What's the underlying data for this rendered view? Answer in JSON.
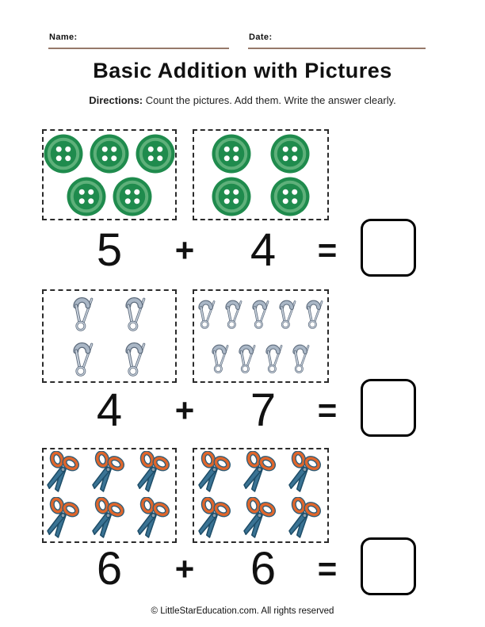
{
  "header": {
    "name_label": "Name:",
    "name_value": "",
    "date_label": "Date:",
    "date_value": ""
  },
  "page": {
    "title": "Basic Addition with Pictures",
    "directions_label": "Directions:",
    "directions_text": " Count the pictures. Add them. Write the answer clearly.",
    "footer": "© LittleStarEducation.com. All rights reserved"
  },
  "colors": {
    "underline": "#96796a",
    "button_green": "#1f8b4d",
    "button_green_light": "#5eb07a",
    "pin_gray": "#aab7c6",
    "pin_light": "#ccd5e0",
    "pin_outline": "#5d6b7c",
    "scissors_orange": "#e0662b",
    "scissors_blue": "#3a7394",
    "scissors_outline": "#1e4d68",
    "scissors_handle_outline": "#2c5c78"
  },
  "problems": [
    {
      "item": "button",
      "first_number": "5",
      "operator": "+",
      "second_number": "4",
      "equals_sign": "=",
      "answer_value": "",
      "left_rows": [
        3,
        2
      ],
      "right_rows": [
        2,
        2
      ]
    },
    {
      "item": "safety-pin",
      "first_number": "4",
      "operator": "+",
      "second_number": "7",
      "equals_sign": "=",
      "answer_value": "",
      "left_rows": [
        2,
        2
      ],
      "right_rows": [
        5,
        4
      ]
    },
    {
      "item": "scissors",
      "first_number": "6",
      "operator": "+",
      "second_number": "6",
      "equals_sign": "=",
      "answer_value": "",
      "left_rows": [
        3,
        3
      ],
      "right_rows": [
        3,
        3
      ]
    }
  ]
}
